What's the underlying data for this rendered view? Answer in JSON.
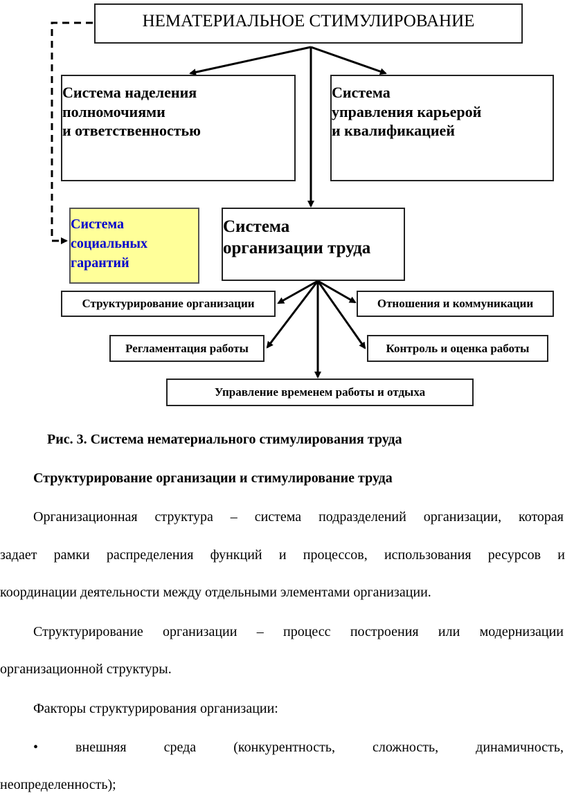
{
  "diagram": {
    "root": "НЕМАТЕРИАЛЬНОЕ СТИМУЛИРОВАНИЕ",
    "authority": [
      "Система наделения",
      "полномочиями",
      "и ответственностью"
    ],
    "career": [
      "Система",
      "управления карьерой",
      "и квалификацией"
    ],
    "social": [
      "Система",
      "социальных",
      "гарантий"
    ],
    "labor_org": [
      "Система",
      "организации труда"
    ],
    "structuring": "Структурирование организации",
    "relations": "Отношения и коммуникации",
    "regulation": "Регламентация работы",
    "control": "Контроль и оценка работы",
    "time": "Управление временем работы и отдыха",
    "colors": {
      "social_fill": "#ffff99",
      "social_text": "#0000cc"
    }
  },
  "caption": "Рис. 3. Система нематериального стимулирования труда",
  "heading": "Структурирование организации и стимулирование труда",
  "lines": [
    "Организационная структура – система подразделений организации, которая",
    "задает рамки распределения функций и процессов, использования ресурсов и",
    "координации деятельности между отдельными элементами организации.",
    "Структурирование организации – процесс построения или модернизации",
    "организационной структуры.",
    "Факторы структурирования организации:",
    "•   внешняя   среда   (конкурентность,   сложность,   динамичность,",
    "неопределенность);"
  ]
}
